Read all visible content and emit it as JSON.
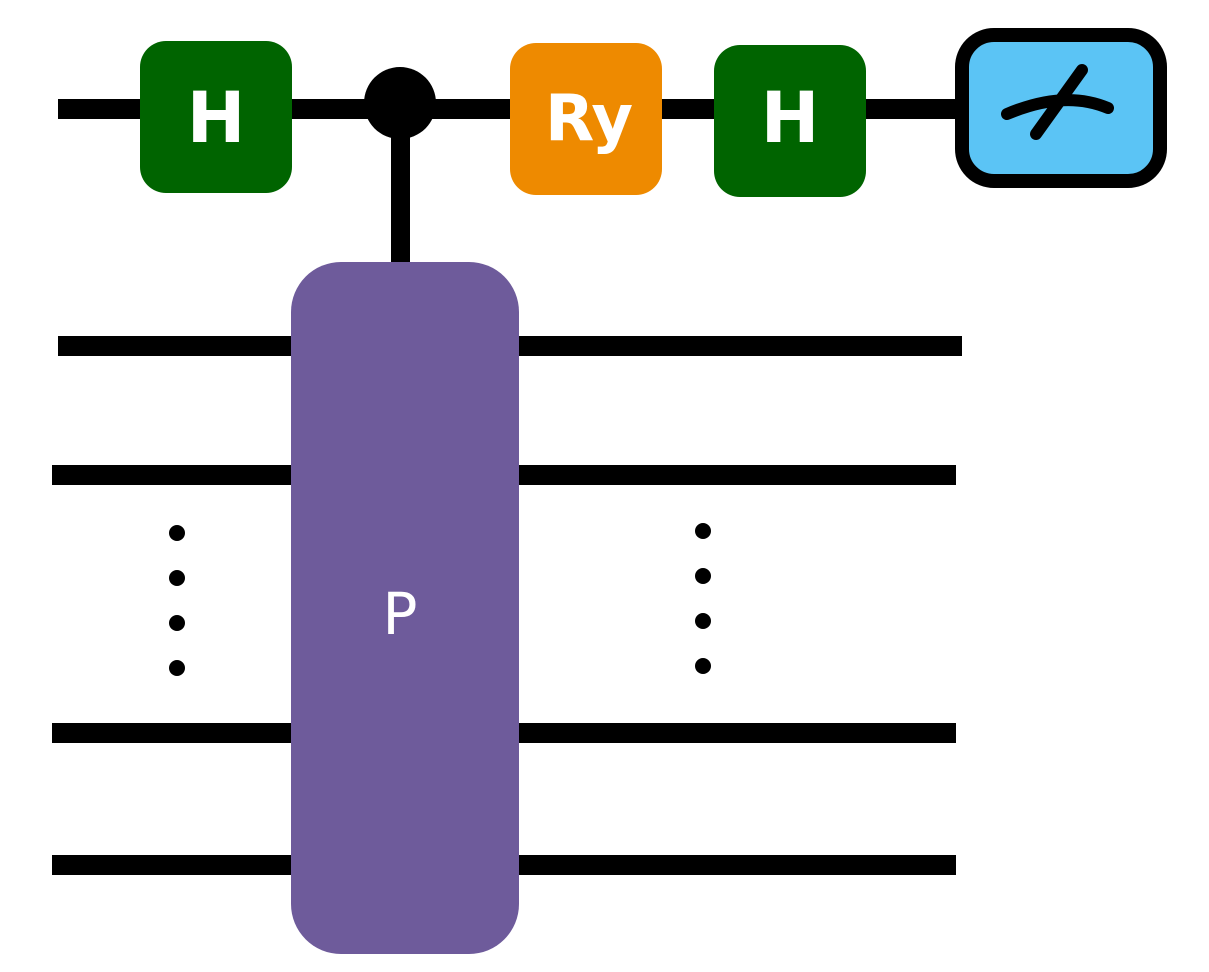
{
  "circuit": {
    "gates": {
      "h1": {
        "label": "H",
        "color": "#006400"
      },
      "ry": {
        "label": "Ry",
        "color": "#EE8A00"
      },
      "h2": {
        "label": "H",
        "color": "#006400"
      },
      "measure": {
        "fill": "#5BC4F5",
        "border": "#000000",
        "icon": "meter-icon"
      },
      "controlled": {
        "label": "P",
        "color": "#6E5B9B"
      }
    },
    "wire_color": "#000000",
    "background": "#FFFFFF"
  }
}
